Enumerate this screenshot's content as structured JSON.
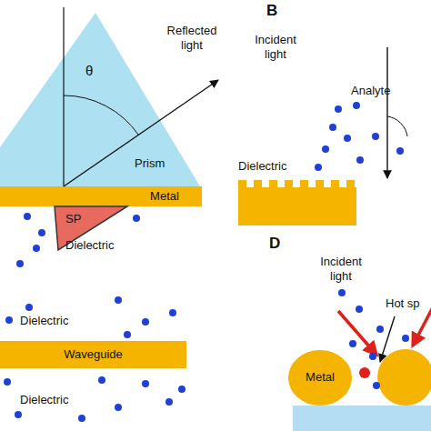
{
  "diagram": {
    "nodes": [
      {
        "text": [
          "Prism"
        ]
      },
      {
        "text": [
          "Metal"
        ]
      },
      {
        "text": [
          "SP"
        ]
      },
      {
        "text": [
          "Waveguide"
        ]
      },
      {
        "text": [
          "Metal"
        ]
      }
    ],
    "labels": [
      "θ",
      "Reflected light",
      "Dielectric",
      "B",
      "Incident light",
      "Analyte",
      "Dielectric",
      "Dielectric",
      "Dielectric",
      "D",
      "Incident light",
      "Hot sp"
    ]
  }
}
